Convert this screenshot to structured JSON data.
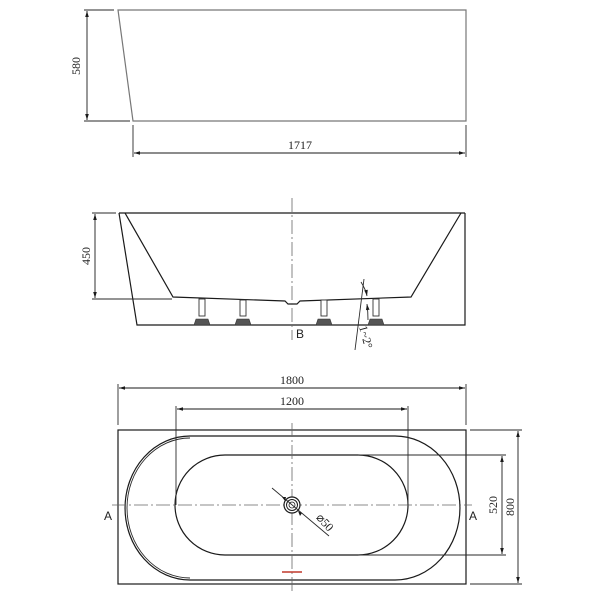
{
  "drawing": {
    "subject": "freestanding back-to-wall bathtub technical drawing",
    "views": {
      "front_elevation": {
        "height_label": "580",
        "length_label": "1717"
      },
      "section_b": {
        "depth_label": "450",
        "section_marker": "B",
        "slope_label": "1~2°",
        "leg_count": 4
      },
      "plan": {
        "overall_length_label": "1800",
        "inner_length_label": "1200",
        "inner_width_label": "520",
        "overall_width_label": "800",
        "drain_label": "⌀50",
        "section_marker_left": "A",
        "section_marker_right": "A",
        "overflow_mark_color": "#c0392b"
      }
    },
    "colors": {
      "line": "#1a1a1a",
      "centerline": "#666666",
      "background": "#ffffff"
    }
  }
}
